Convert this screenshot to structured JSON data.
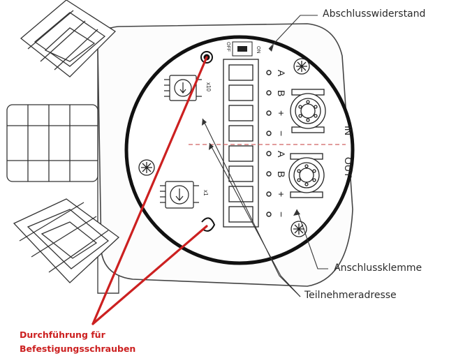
{
  "callouts": {
    "termination_resistor": "Abschlusswiderstand",
    "terminal_block": "Anschlussklemme",
    "node_address": "Teilnehmeradresse"
  },
  "red_note": {
    "line1": "Durchführung für",
    "line2": "Befestigungsschrauben"
  },
  "board": {
    "in_label": "IN",
    "out_label": "OUT",
    "dip_on": "ON",
    "dip_off": "OFF",
    "rotary_x10": "x10",
    "rotary_x1": "x1",
    "terminal_labels": [
      "A",
      "B",
      "+",
      "−",
      "A",
      "B",
      "+",
      "−"
    ]
  },
  "colors": {
    "annotation_red": "#cc2020",
    "line": "#333333",
    "dashed_separator": "#d06060"
  }
}
